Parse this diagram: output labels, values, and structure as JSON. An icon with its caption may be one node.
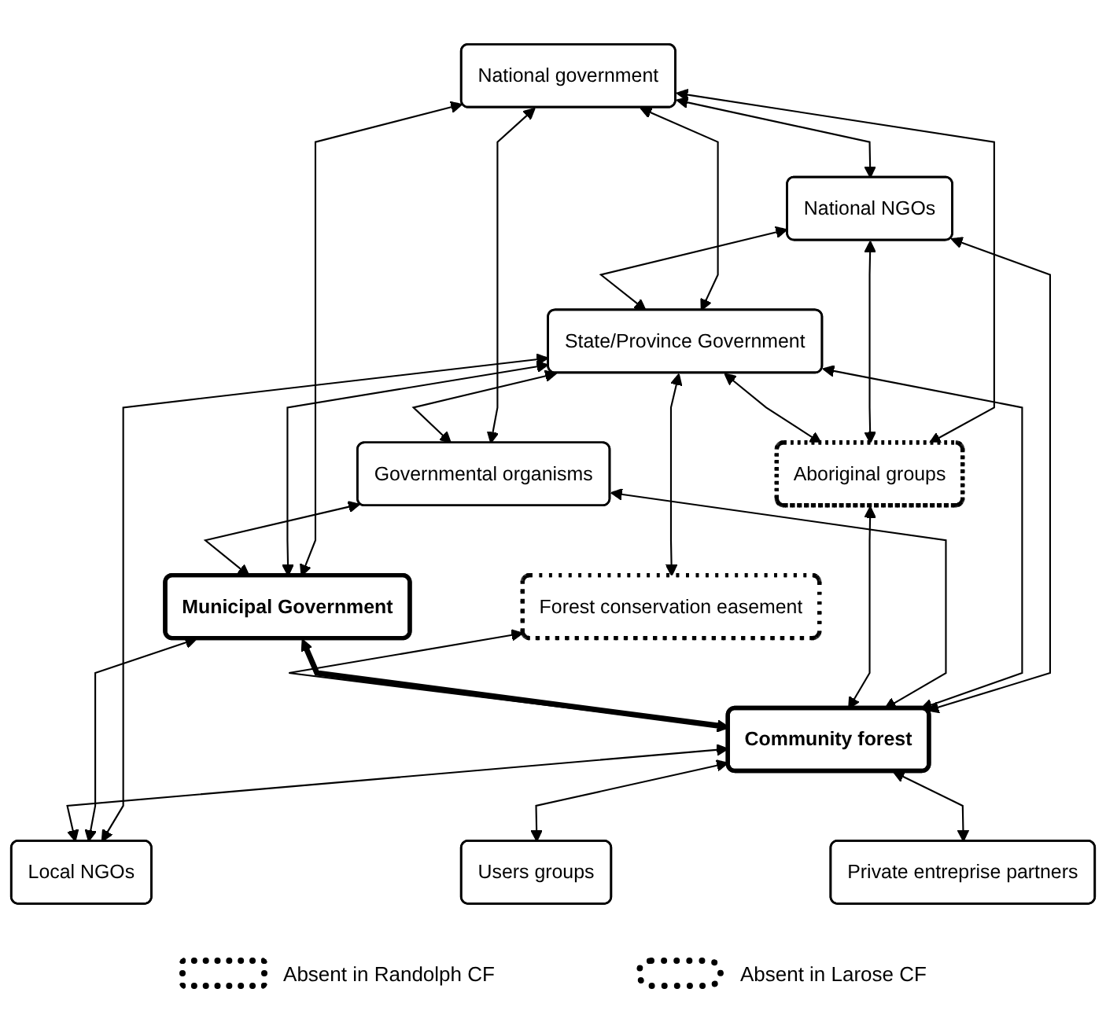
{
  "diagram": {
    "nodes": [
      {
        "text": [
          "National government"
        ]
      },
      {
        "text": [
          "National NGOs"
        ]
      },
      {
        "text": [
          "State/Province Government"
        ]
      },
      {
        "text": [
          "Governmental organisms"
        ]
      },
      {
        "text": [
          "Municipal Government"
        ]
      },
      {
        "text": [
          "Forest conservation easement"
        ]
      },
      {
        "text": [
          "Aboriginal groups"
        ]
      },
      {
        "text": [
          "Community forest"
        ]
      },
      {
        "text": [
          "Local NGOs"
        ]
      },
      {
        "text": [
          "Users groups"
        ]
      },
      {
        "text": [
          "Private entreprise partners"
        ]
      }
    ],
    "edges": [
      {
        "from": 0,
        "to": 1,
        "arrow": "both"
      },
      {
        "from": 0,
        "to": 6,
        "arrow": "both"
      },
      {
        "from": 0,
        "to": 3,
        "arrow": "both"
      },
      {
        "from": 0,
        "to": 4,
        "arrow": "both"
      },
      {
        "from": 0,
        "to": 2,
        "arrow": "both"
      },
      {
        "from": 1,
        "to": 2,
        "arrow": "both"
      },
      {
        "from": 1,
        "to": 6,
        "arrow": "both"
      },
      {
        "from": 1,
        "to": 7,
        "arrow": "both"
      },
      {
        "from": 2,
        "to": 3,
        "arrow": "both"
      },
      {
        "from": 2,
        "to": 4,
        "arrow": "both"
      },
      {
        "from": 2,
        "to": 5,
        "arrow": "both"
      },
      {
        "from": 2,
        "to": 8,
        "arrow": "both"
      },
      {
        "from": 2,
        "to": 6,
        "arrow": "both"
      },
      {
        "from": 2,
        "to": 7,
        "arrow": "both"
      },
      {
        "from": 3,
        "to": 7,
        "arrow": "both"
      },
      {
        "from": 3,
        "to": 4,
        "arrow": "both"
      },
      {
        "from": 6,
        "to": 7,
        "arrow": "both"
      },
      {
        "from": 4,
        "to": 7,
        "arrow": "both",
        "style": "thick"
      },
      {
        "from": 5,
        "to": 7,
        "arrow": "both"
      },
      {
        "from": 4,
        "to": 8,
        "arrow": "both"
      },
      {
        "from": 7,
        "to": 8,
        "arrow": "both"
      },
      {
        "from": 7,
        "to": 9,
        "arrow": "both"
      },
      {
        "from": 7,
        "to": 10,
        "arrow": "both"
      }
    ],
    "legend": [
      {
        "text": "Absent in Randolph CF"
      },
      {
        "text": "Absent in Larose CF"
      }
    ]
  }
}
